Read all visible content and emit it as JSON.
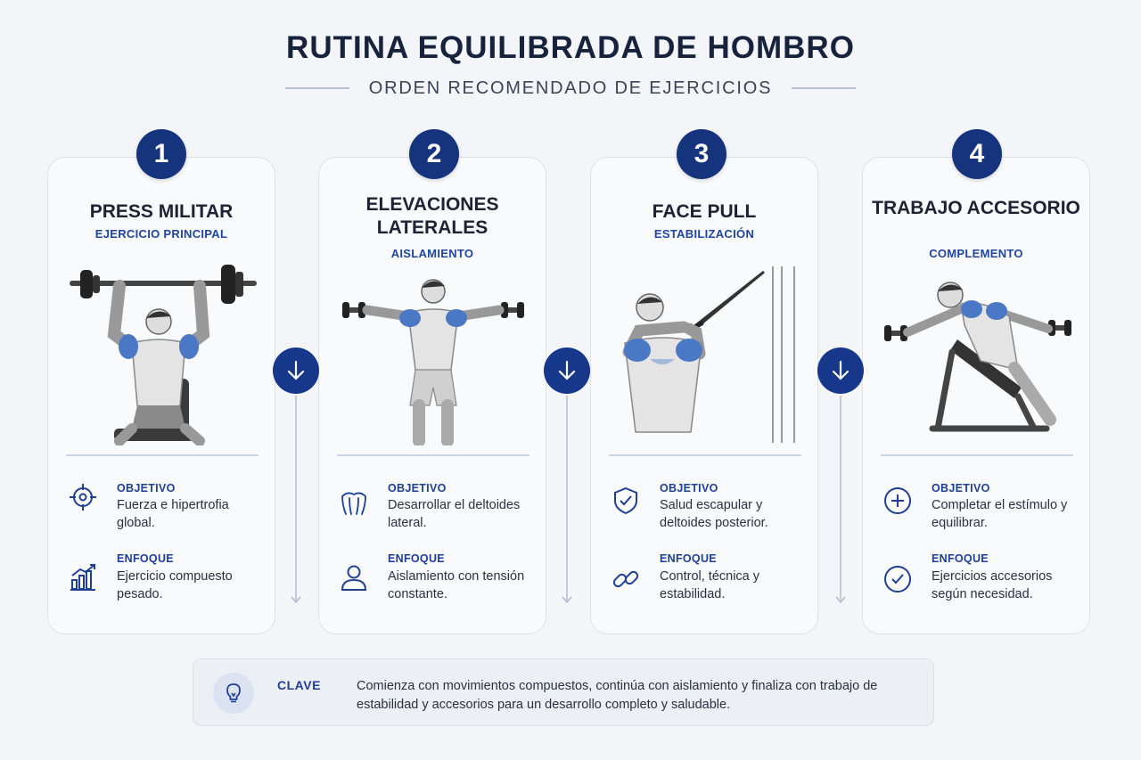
{
  "header": {
    "title": "RUTINA EQUILIBRADA DE HOMBRO",
    "subtitle": "ORDEN RECOMENDADO DE EJERCICIOS"
  },
  "steps": [
    {
      "number": "1",
      "title": "PRESS MILITAR",
      "category": "EJERCICIO PRINCIPAL",
      "objective_label": "OBJETIVO",
      "objective_text": "Fuerza e hipertrofia global.",
      "focus_label": "ENFOQUE",
      "focus_text": "Ejercicio compuesto pesado.",
      "objective_icon": "target-icon",
      "focus_icon": "bar-chart-icon"
    },
    {
      "number": "2",
      "title": "ELEVACIONES LATERALES",
      "category": "AISLAMIENTO",
      "objective_label": "OBJETIVO",
      "objective_text": "Desarrollar el deltoides lateral.",
      "focus_label": "ENFOQUE",
      "focus_text": "Aislamiento con tensión constante.",
      "objective_icon": "shoulder-muscle-icon",
      "focus_icon": "person-icon"
    },
    {
      "number": "3",
      "title": "FACE PULL",
      "category": "ESTABILIZACIÓN",
      "objective_label": "OBJETIVO",
      "objective_text": "Salud escapular y deltoides posterior.",
      "focus_label": "ENFOQUE",
      "focus_text": "Control, técnica y estabilidad.",
      "objective_icon": "shield-check-icon",
      "focus_icon": "link-icon"
    },
    {
      "number": "4",
      "title": "TRABAJO ACCESORIO",
      "category": "COMPLEMENTO",
      "objective_label": "OBJETIVO",
      "objective_text": "Completar el estímulo y equilibrar.",
      "focus_label": "ENFOQUE",
      "focus_text": "Ejercicios accesorios según necesidad.",
      "objective_icon": "plus-circle-icon",
      "focus_icon": "check-circle-icon"
    }
  ],
  "key": {
    "label": "CLAVE",
    "text": "Comienza con movimientos compuestos, continúa con aislamiento y finaliza con trabajo de estabilidad y accesorios para un desarrollo completo y saludable.",
    "icon": "lightbulb-icon"
  },
  "colors": {
    "accent": "#16337d",
    "label_blue": "#1f3f96",
    "muscle_highlight": "#4a78c4"
  }
}
